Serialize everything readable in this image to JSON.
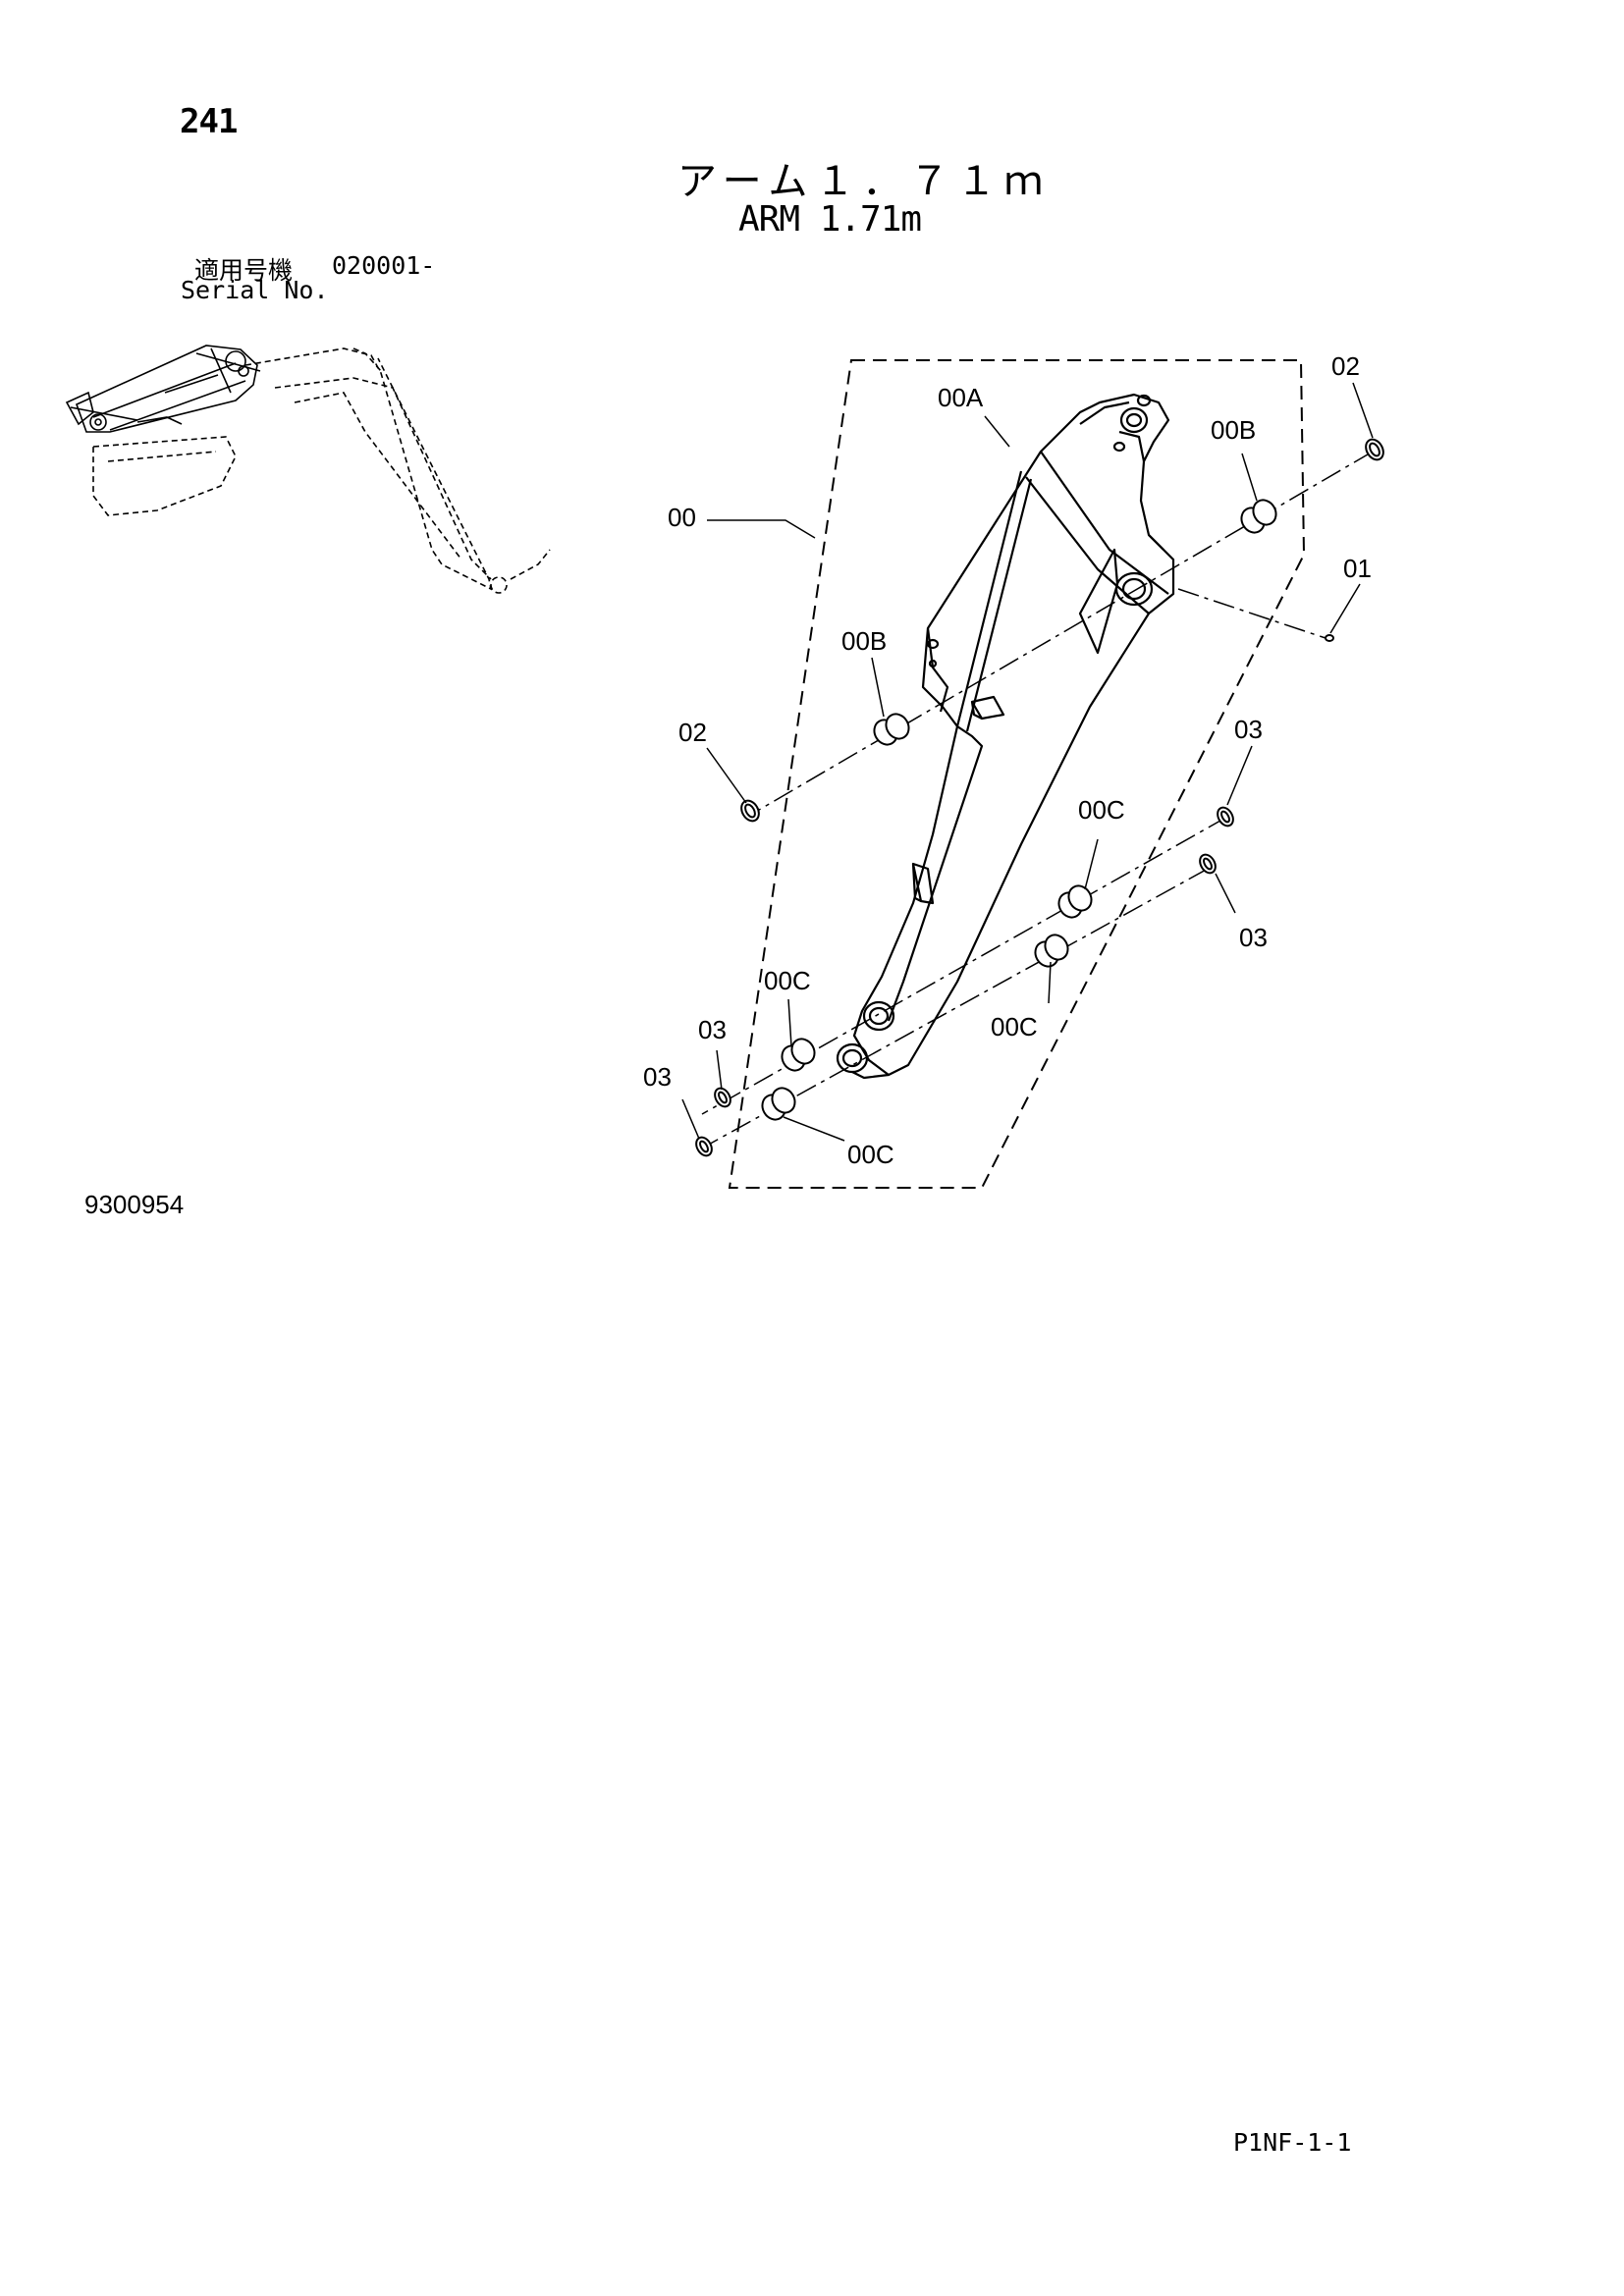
{
  "header": {
    "page_number": "241",
    "title_jp": "アーム１．７１ｍ",
    "title_en": "ARM 1.71m",
    "serial_label_jp": "適用号機",
    "serial_value": "020001-",
    "serial_label_en": "Serial No."
  },
  "callouts": {
    "assembly": "00",
    "arm": "00A",
    "bushing_b_top": "00B",
    "bushing_b_left": "00B",
    "ring_02_top": "02",
    "ring_02_left": "02",
    "pin_01": "01",
    "ring_03_right_top": "03",
    "ring_03_right_bottom": "03",
    "bushing_c_right_top": "00C",
    "bushing_c_right_bottom": "00C",
    "bushing_c_left_top": "00C",
    "bushing_c_left_bottom": "00C",
    "ring_03_left_top": "03",
    "ring_03_left_bottom": "03"
  },
  "footer": {
    "drawing_number": "9300954",
    "page_code": "P1NF-1-1"
  }
}
